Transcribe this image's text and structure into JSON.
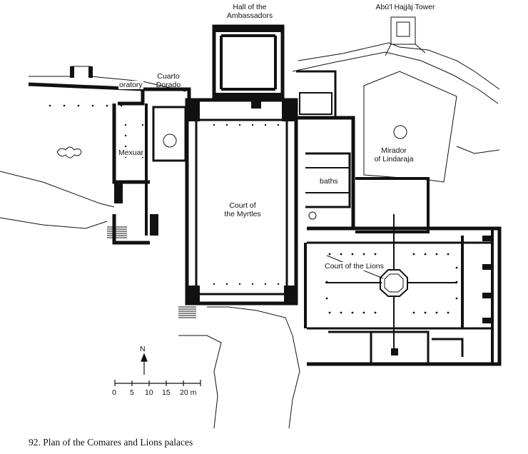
{
  "labels": {
    "hall": "Hall of the\nAmbassadors",
    "tower": "Abū'l Ḥajjāj Tower",
    "oratory": "oratory",
    "cuarto": "Cuarto\nDorado",
    "mexuar": "Mexuar",
    "mirador": "Mirador\nof Lindaraja",
    "baths": "baths",
    "myrtles": "Court of\nthe Myrtles",
    "lions": "Court of the Lions"
  },
  "north": "N",
  "scale": {
    "ticks": [
      "0",
      "5",
      "10",
      "15",
      "20 m"
    ]
  },
  "caption": "92. Plan of the Comares and Lions palaces"
}
